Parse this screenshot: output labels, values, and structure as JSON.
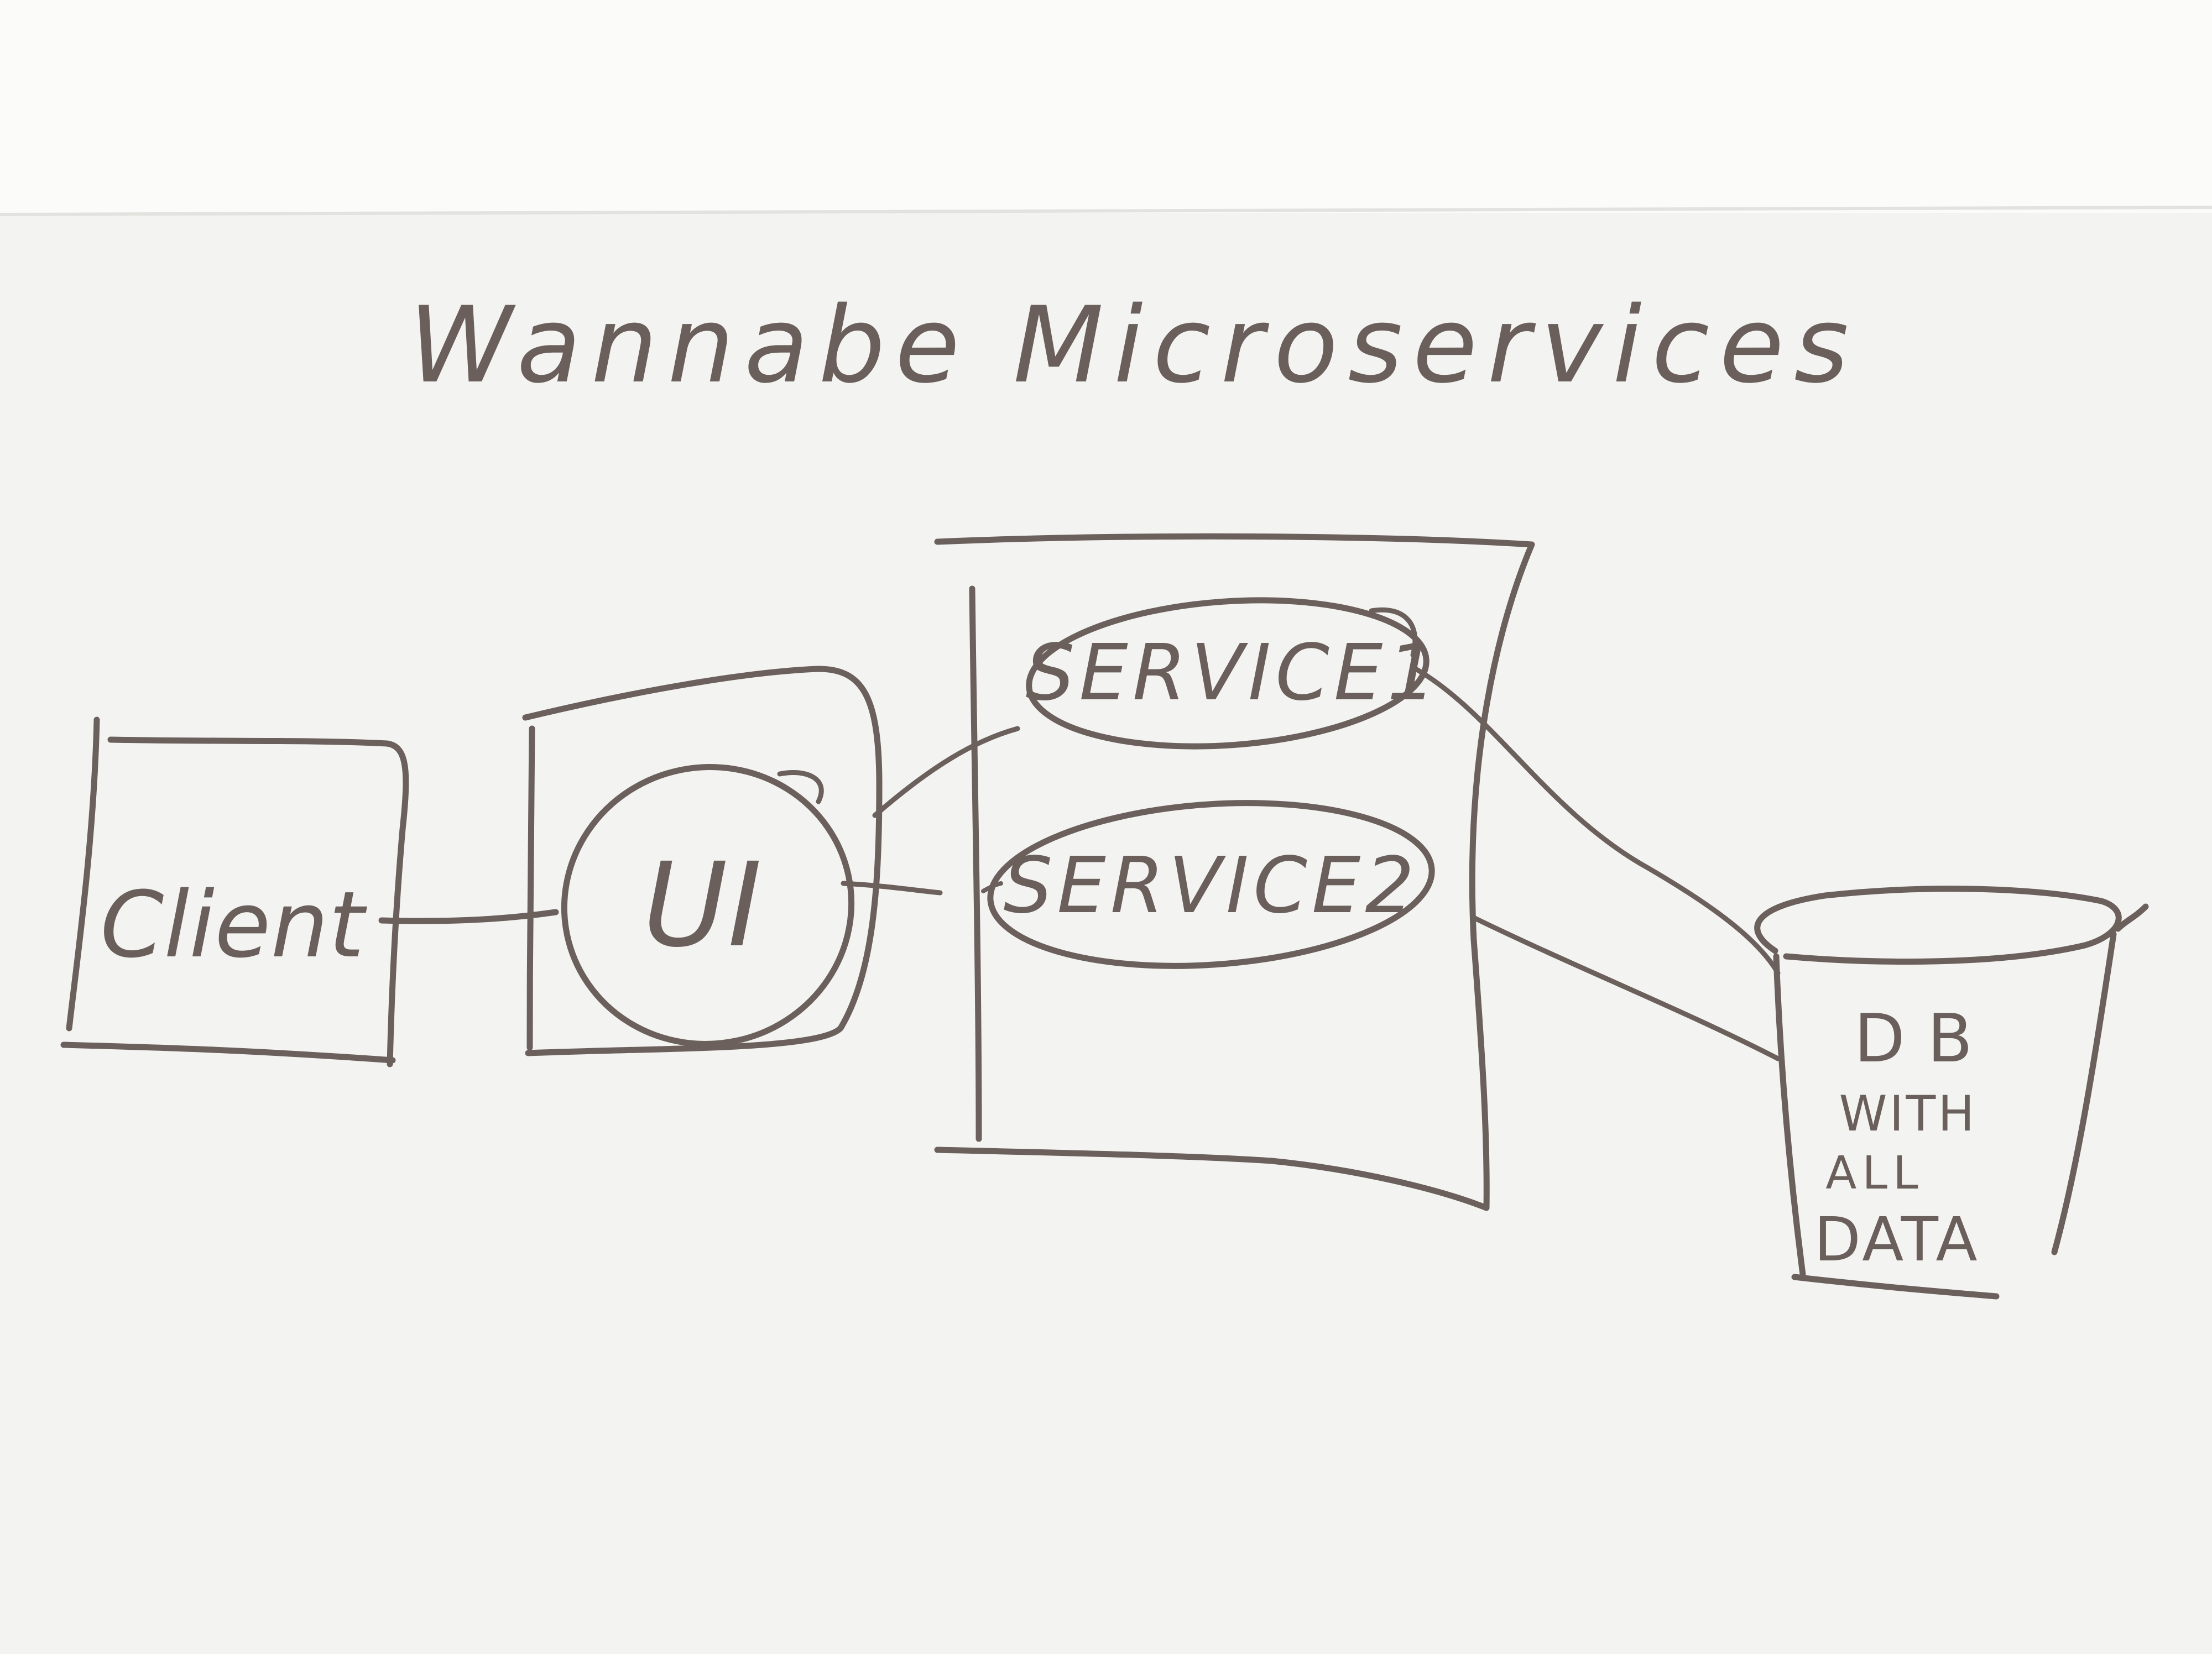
{
  "diagram": {
    "title": "Wannabe Microservices",
    "nodes": {
      "client": {
        "label": "Client"
      },
      "ui": {
        "label": "UI"
      },
      "service1": {
        "label": "SERVICE1"
      },
      "service2": {
        "label": "SERVICE2"
      },
      "db": {
        "label_lines": [
          "DB",
          "WITH",
          "ALL",
          "DATA"
        ]
      }
    },
    "edges": [
      {
        "from": "client",
        "to": "ui"
      },
      {
        "from": "ui",
        "to": "service1"
      },
      {
        "from": "ui",
        "to": "service2"
      },
      {
        "from": "service1",
        "to": "db"
      },
      {
        "from": "service2",
        "to": "db"
      }
    ],
    "colors": {
      "board": "#f4f4f2",
      "marker": "#6b605b"
    }
  }
}
